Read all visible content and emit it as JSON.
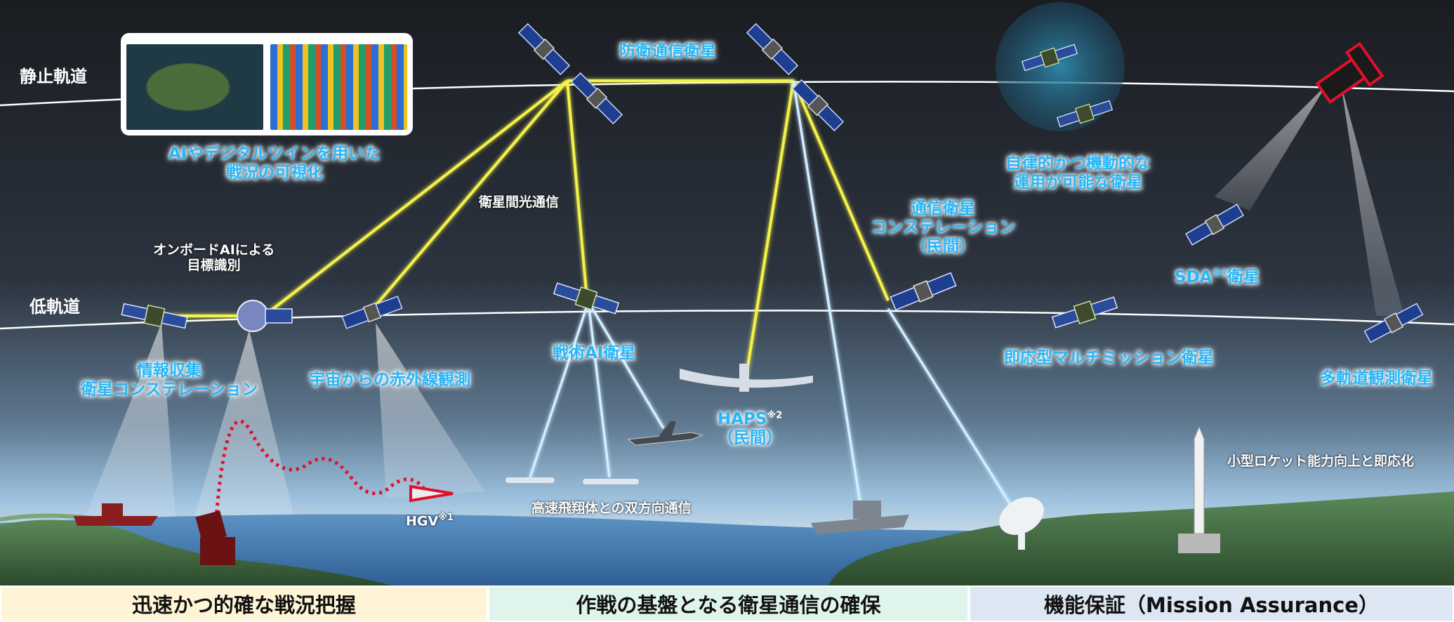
{
  "orbits": {
    "geo_label": "静止軌道",
    "leo_label": "低軌道"
  },
  "labels": {
    "ai_digital_twin": "AIやデジタルツインを用いた\n戦況の可視化",
    "defense_comms_sat": "防衛通信衛星",
    "inter_sat_optical": "衛星間光通信",
    "autonomous_sat": "自律的かつ機動的な\n運用が可能な衛星",
    "comms_constellation": "通信衛星\nコンステレーション\n（民間）",
    "onboard_ai": "オンボードAIによる\n目標識別",
    "info_collection": "情報収集\n衛星コンステレーション",
    "infrared_obs": "宇宙からの赤外線観測",
    "tactical_ai": "戦術AI衛星",
    "haps": "HAPS",
    "haps_note": "※2",
    "haps_civil": "（民間）",
    "sda": "SDA",
    "sda_note": "※3",
    "sda_suffix": "衛星",
    "responsive_multi": "即応型マルチミッション衛星",
    "multi_orbit": "多軌道観測衛星",
    "small_rocket": "小型ロケット能力向上と即応化",
    "hgv": "HGV",
    "hgv_note": "※1",
    "two_way_comms": "高速飛翔体との双方向通信"
  },
  "panels": [
    {
      "title": "迅速かつ的確な戦況把握",
      "color": "#fff5d6"
    },
    {
      "title": "作戦の基盤となる衛星通信の確保",
      "color": "#dff5ec"
    },
    {
      "title": "機能保証（Mission Assurance）",
      "color": "#dde6f3"
    }
  ],
  "icons": [
    "satellite-icon",
    "aircraft-icon",
    "ship-icon",
    "missile-icon",
    "rocket-icon",
    "antenna-icon",
    "launcher-icon"
  ],
  "colors": {
    "link_yellow": "#f4f14a",
    "link_blue": "#bfe6ff",
    "label_cyan": "#29b6f6",
    "threat_red": "#e0102a"
  }
}
